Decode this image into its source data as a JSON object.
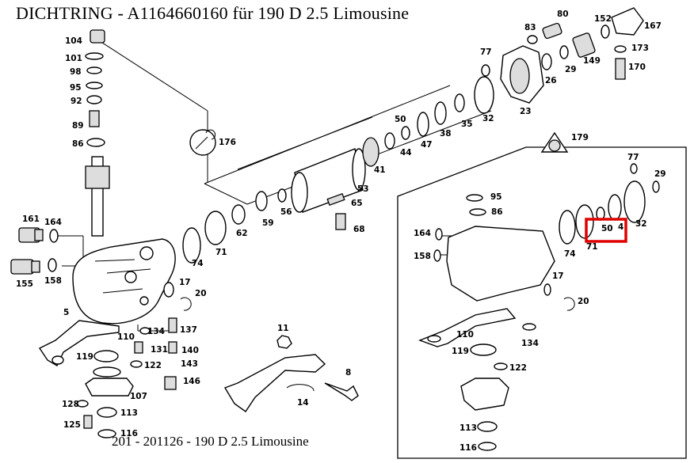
{
  "title": "DICHTRING  - A1164660160 für 190 D 2.5 Limousine",
  "footer": "201 - 201126 - 190 D 2.5 Limousine",
  "highlight_color": "#e00000",
  "parts": [
    {
      "id": "104",
      "label": "104"
    },
    {
      "id": "101",
      "label": "101"
    },
    {
      "id": "98",
      "label": "98"
    },
    {
      "id": "95a",
      "label": "95"
    },
    {
      "id": "92",
      "label": "92"
    },
    {
      "id": "89",
      "label": "89"
    },
    {
      "id": "86a",
      "label": "86"
    },
    {
      "id": "161",
      "label": "161"
    },
    {
      "id": "164a",
      "label": "164"
    },
    {
      "id": "155",
      "label": "155"
    },
    {
      "id": "158a",
      "label": "158"
    },
    {
      "id": "5",
      "label": "5"
    },
    {
      "id": "119a",
      "label": "119"
    },
    {
      "id": "110a",
      "label": "110"
    },
    {
      "id": "134a",
      "label": "134"
    },
    {
      "id": "137",
      "label": "137"
    },
    {
      "id": "131",
      "label": "131"
    },
    {
      "id": "140",
      "label": "140"
    },
    {
      "id": "122a",
      "label": "122"
    },
    {
      "id": "143",
      "label": "143"
    },
    {
      "id": "146",
      "label": "146"
    },
    {
      "id": "107",
      "label": "107"
    },
    {
      "id": "128",
      "label": "128"
    },
    {
      "id": "113a",
      "label": "113"
    },
    {
      "id": "125",
      "label": "125"
    },
    {
      "id": "116a",
      "label": "116"
    },
    {
      "id": "17a",
      "label": "17"
    },
    {
      "id": "20a",
      "label": "20"
    },
    {
      "id": "74a",
      "label": "74"
    },
    {
      "id": "71a",
      "label": "71"
    },
    {
      "id": "62",
      "label": "62"
    },
    {
      "id": "59",
      "label": "59"
    },
    {
      "id": "56",
      "label": "56"
    },
    {
      "id": "176",
      "label": "176"
    },
    {
      "id": "53",
      "label": "53"
    },
    {
      "id": "65",
      "label": "65"
    },
    {
      "id": "68",
      "label": "68"
    },
    {
      "id": "41",
      "label": "41"
    },
    {
      "id": "44",
      "label": "44"
    },
    {
      "id": "47",
      "label": "47"
    },
    {
      "id": "50a",
      "label": "50"
    },
    {
      "id": "38",
      "label": "38"
    },
    {
      "id": "35",
      "label": "35"
    },
    {
      "id": "32a",
      "label": "32"
    },
    {
      "id": "77a",
      "label": "77"
    },
    {
      "id": "83",
      "label": "83"
    },
    {
      "id": "80",
      "label": "80"
    },
    {
      "id": "26",
      "label": "26"
    },
    {
      "id": "29a",
      "label": "29"
    },
    {
      "id": "23",
      "label": "23"
    },
    {
      "id": "149",
      "label": "149"
    },
    {
      "id": "152",
      "label": "152"
    },
    {
      "id": "167",
      "label": "167"
    },
    {
      "id": "173",
      "label": "173"
    },
    {
      "id": "170",
      "label": "170"
    },
    {
      "id": "11",
      "label": "11"
    },
    {
      "id": "8",
      "label": "8"
    },
    {
      "id": "14",
      "label": "14"
    },
    {
      "id": "179",
      "label": "179"
    },
    {
      "id": "77b",
      "label": "77"
    },
    {
      "id": "29b",
      "label": "29"
    },
    {
      "id": "95b",
      "label": "95"
    },
    {
      "id": "86b",
      "label": "86"
    },
    {
      "id": "164b",
      "label": "164"
    },
    {
      "id": "158b",
      "label": "158"
    },
    {
      "id": "50b",
      "label": "50"
    },
    {
      "id": "4",
      "label": "4"
    },
    {
      "id": "32b",
      "label": "32"
    },
    {
      "id": "74b",
      "label": "74"
    },
    {
      "id": "71b",
      "label": "71"
    },
    {
      "id": "17b",
      "label": "17"
    },
    {
      "id": "20b",
      "label": "20"
    },
    {
      "id": "110b",
      "label": "110"
    },
    {
      "id": "134b",
      "label": "134"
    },
    {
      "id": "119b",
      "label": "119"
    },
    {
      "id": "122b",
      "label": "122"
    },
    {
      "id": "113b",
      "label": "113"
    },
    {
      "id": "116b",
      "label": "116"
    }
  ]
}
